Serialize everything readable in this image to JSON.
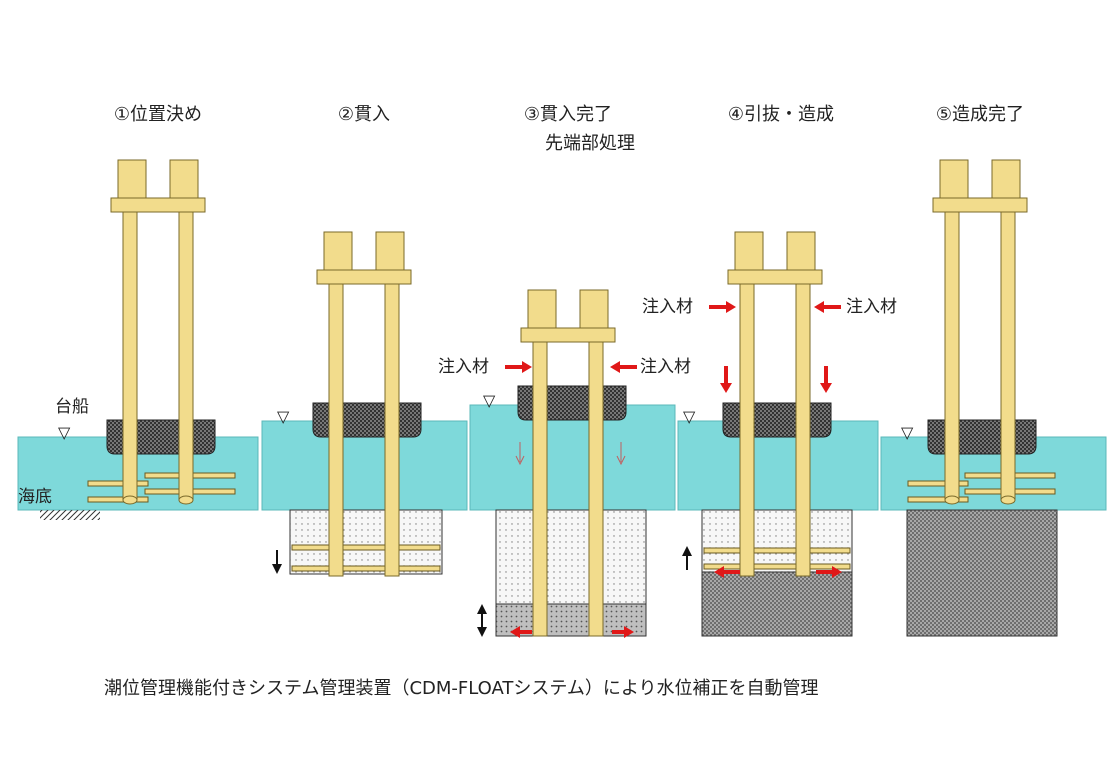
{
  "steps": [
    {
      "label": "①位置決め"
    },
    {
      "label": "②貫入"
    },
    {
      "label": "③貫入完了",
      "sublabel": "先端部処理"
    },
    {
      "label": "④引抜・造成"
    },
    {
      "label": "⑤造成完了"
    }
  ],
  "labels": {
    "barge": "台船",
    "seabed": "海底",
    "injection": "注入材",
    "water_level_mark": "▽"
  },
  "caption": "潮位管理機能付きシステム管理装置（CDM-FLOATシステム）により水位補正を自動管理",
  "colors": {
    "water": "#7ed9da",
    "rod": "#f2dc8c",
    "rod_stroke": "#7a6a2a",
    "barge": "#555555",
    "arrow_red": "#e01818",
    "improved_soil": "#9a9a9a",
    "untreated_soil": "#f4f4f4"
  },
  "icons": {
    "water_level": "inverted-triangle-icon",
    "push_arrow": "red-arrow-icon",
    "direction_arrow": "black-arrow-icon"
  }
}
